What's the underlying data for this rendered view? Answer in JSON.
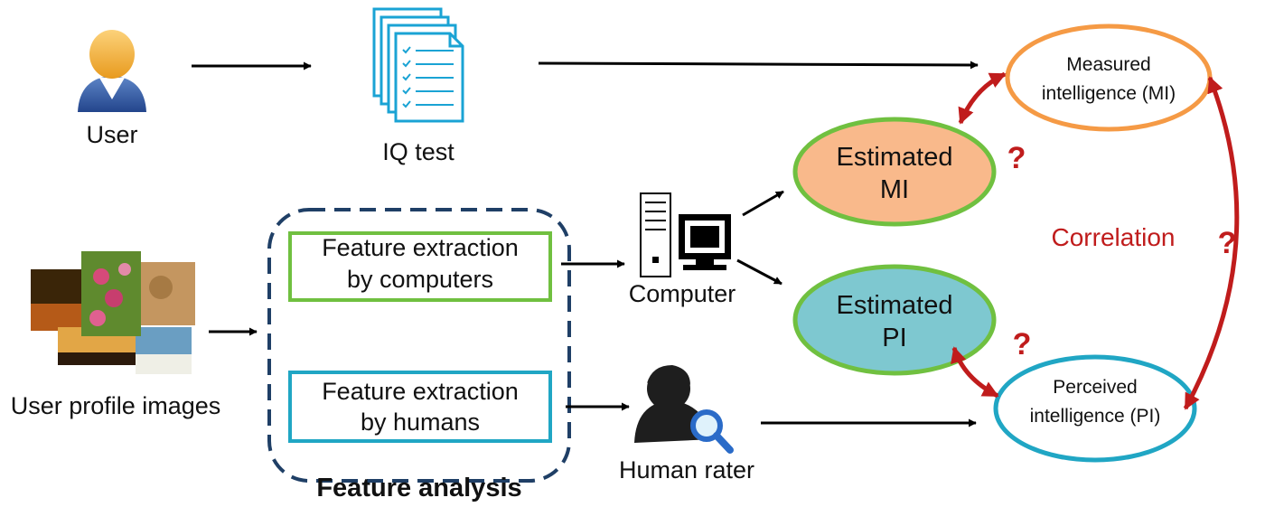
{
  "nodes": {
    "user": "User",
    "iq_test": "IQ test",
    "profile_images": "User profile images",
    "feature_computers_line1": "Feature  extraction",
    "feature_computers_line2": "by computers",
    "feature_humans_line1": "Feature extraction",
    "feature_humans_line2": "by humans",
    "feature_analysis": "Feature analysis",
    "computer": "Computer",
    "human_rater": "Human rater",
    "estimated_mi_line1": "Estimated",
    "estimated_mi_line2": "MI",
    "estimated_pi_line1": "Estimated",
    "estimated_pi_line2": "PI",
    "measured_line1": "Measured",
    "measured_line2": "intelligence  (MI)",
    "perceived_line1": "Perceived",
    "perceived_line2": "intelligence  (PI)",
    "correlation": "Correlation",
    "question_mark": "?"
  },
  "colors": {
    "estimated_mi_fill": "#f9b98b",
    "estimated_pi_fill": "#7ec8d0",
    "green_border": "#70c040",
    "orange_border": "#f59a45",
    "cyan_border": "#20a6c4",
    "dashed_border": "#1f3f66",
    "red": "#c01c1c",
    "doc_blue": "#1aa3d4"
  }
}
